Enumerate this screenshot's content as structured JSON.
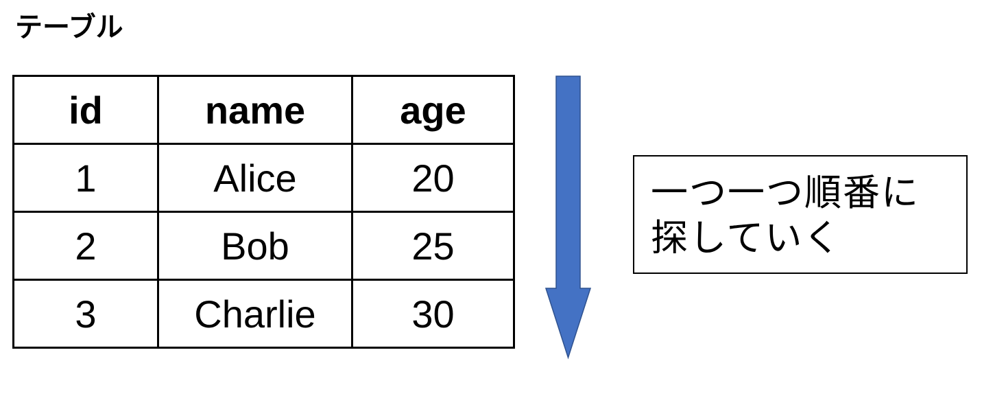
{
  "title": "テーブル",
  "table": {
    "headers": [
      "id",
      "name",
      "age"
    ],
    "rows": [
      [
        "1",
        "Alice",
        "20"
      ],
      [
        "2",
        "Bob",
        "25"
      ],
      [
        "3",
        "Charlie",
        "30"
      ]
    ]
  },
  "arrow": {
    "direction": "down",
    "color": "#4472C4",
    "border_color": "#2F528F"
  },
  "note": {
    "line1": "一つ一つ順番に",
    "line2": "探していく"
  }
}
